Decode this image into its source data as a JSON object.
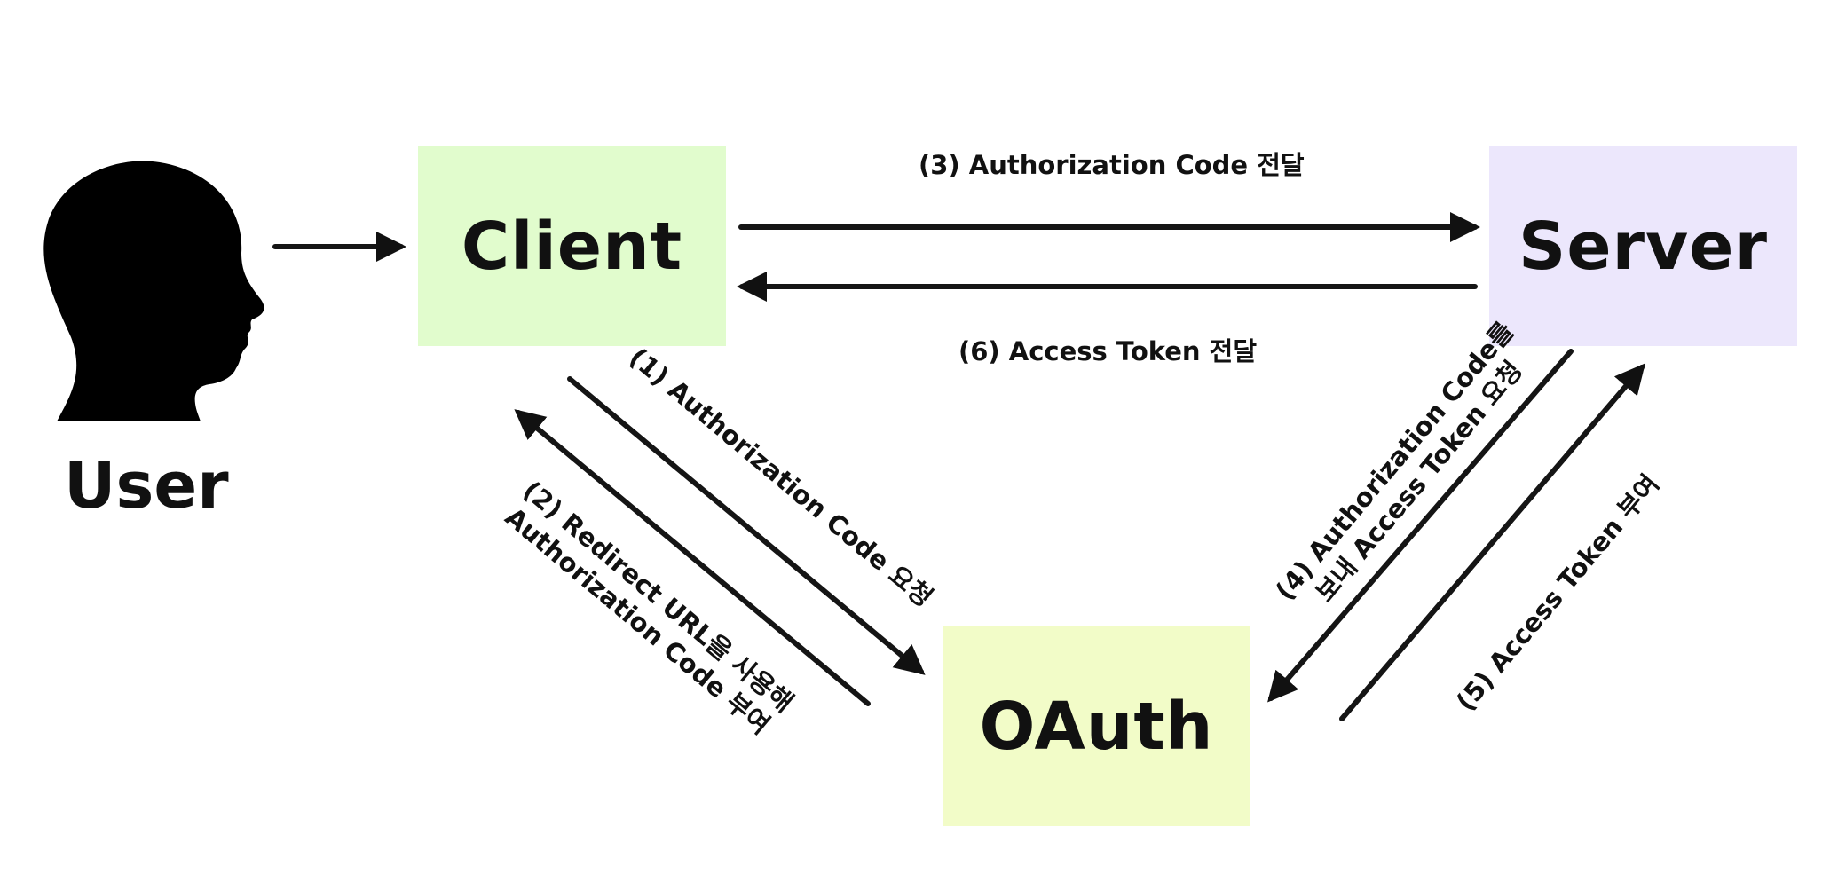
{
  "actors": {
    "user": "User",
    "client": "Client",
    "server": "Server",
    "oauth": "OAuth"
  },
  "steps": {
    "step1": "(1) Authorization Code 요청",
    "step2_line1": "(2) Redirect URL을 사용해",
    "step2_line2": "Authorization Code 부여",
    "step3": "(3) Authorization Code 전달",
    "step4_line1": "(4) Authorization Code를",
    "step4_line2": "보내 Access Token 요청",
    "step5": "(5) Access Token 부여",
    "step6": "(6) Access Token 전달"
  },
  "icons": {
    "user": "person-head-silhouette-icon"
  }
}
